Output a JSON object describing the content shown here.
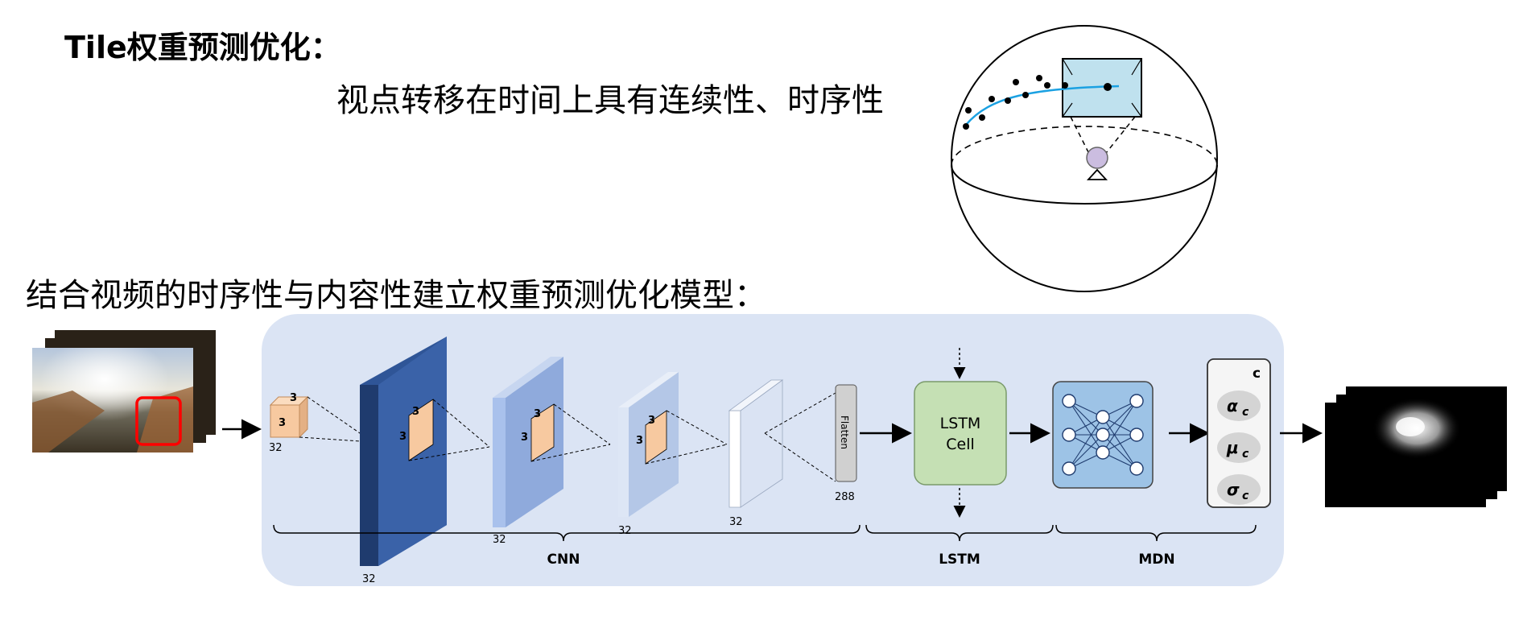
{
  "slide": {
    "heading": "Tile权重预测优化：",
    "subheading": "视点转移在时间上具有连续性、时序性",
    "model_caption": "结合视频的时序性与内容性建立权重预测优化模型："
  },
  "network": {
    "cnn_blocks": [
      {
        "kernel_h": "3",
        "kernel_w": "3",
        "channels": "32"
      },
      {
        "kernel_h": "3",
        "kernel_w": "3",
        "channels": "32"
      },
      {
        "kernel_h": "3",
        "kernel_w": "3",
        "channels": "32"
      },
      {
        "kernel_h": "3",
        "kernel_w": "3",
        "channels": "32"
      },
      {
        "channels": "32"
      }
    ],
    "input_kernel": {
      "depth": "3",
      "height": "3",
      "channels": "32"
    },
    "flatten": {
      "label": "Flatten",
      "size": "288"
    },
    "lstm_cell": {
      "line1": "LSTM",
      "line2": "Cell"
    },
    "mdn_params": {
      "corner": "c",
      "alpha": "α",
      "mu": "μ",
      "sigma": "σ",
      "subscript": "c"
    },
    "sections": {
      "cnn": "CNN",
      "lstm": "LSTM",
      "mdn": "MDN"
    }
  },
  "colors": {
    "panel_bg": "#dbe4f4",
    "input_cube": "#f7c9a0",
    "conv1": "#2f5597",
    "conv2": "#8faadc",
    "conv3": "#b4c7e7",
    "conv4": "#dae3f3",
    "lstm_fill": "#c5e0b4",
    "mdn_net_fill": "#9dc3e6",
    "highlight_red": "#ff0000",
    "trajectory_blue": "#1ba1e2"
  }
}
